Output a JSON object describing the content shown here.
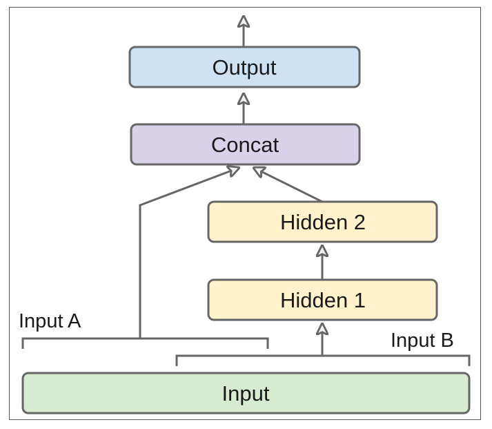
{
  "nodes": {
    "output": {
      "label": "Output",
      "fill": "#cfe2f3"
    },
    "concat": {
      "label": "Concat",
      "fill": "#d9d2e9"
    },
    "hidden2": {
      "label": "Hidden 2",
      "fill": "#fff2cc"
    },
    "hidden1": {
      "label": "Hidden 1",
      "fill": "#fff2cc"
    },
    "input": {
      "label": "Input",
      "fill": "#d9ead3"
    }
  },
  "groups": {
    "input_a": {
      "label": "Input A"
    },
    "input_b": {
      "label": "Input B"
    }
  },
  "colors": {
    "stroke": "#666666",
    "arrow": "#666666"
  },
  "edges": [
    {
      "from": "output",
      "to": "exit"
    },
    {
      "from": "concat",
      "to": "output"
    },
    {
      "from": "input_a",
      "to": "concat"
    },
    {
      "from": "hidden2",
      "to": "concat"
    },
    {
      "from": "hidden1",
      "to": "hidden2"
    },
    {
      "from": "input_b",
      "to": "hidden1"
    }
  ]
}
